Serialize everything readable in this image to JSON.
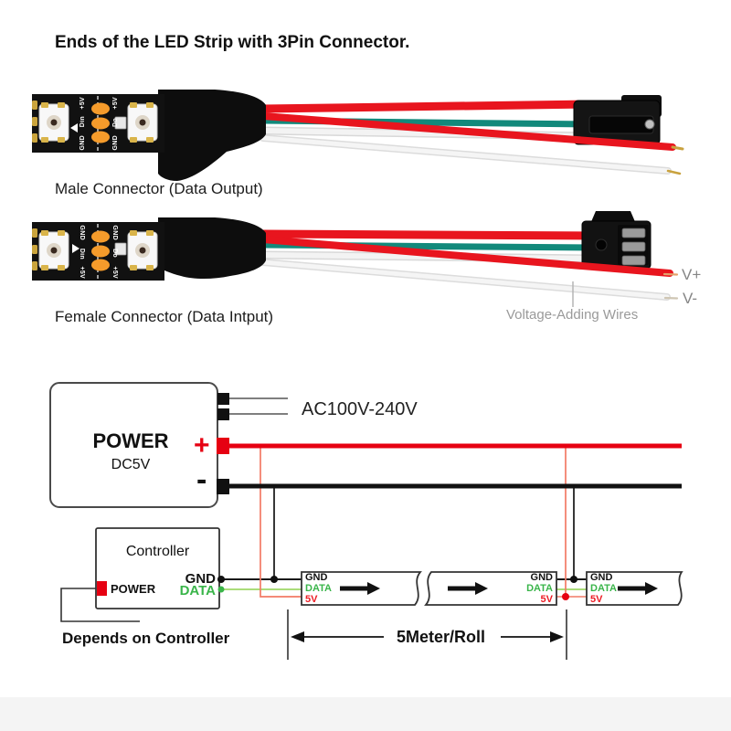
{
  "page": {
    "title": "Ends of the LED Strip with 3Pin Connector."
  },
  "photos": {
    "male_caption": "Male Connector (Data Output)",
    "female_caption": "Female Connector (Data Intput)",
    "voltage_adding_label": "Voltage-Adding Wires",
    "v_plus": "V+",
    "v_minus": "V-",
    "pcb_labels": {
      "left": [
        "+5V",
        "Din",
        "GND"
      ],
      "right": [
        "+5V",
        "Do",
        "GND"
      ]
    }
  },
  "diagram": {
    "ac_label": "AC100V-240V",
    "power_box": {
      "title": "POWER",
      "subtitle": "DC5V",
      "plus": "+",
      "minus": "-"
    },
    "controller_box": {
      "title": "Controller",
      "power_label": "POWER",
      "gnd_label": "GND",
      "data_label": "DATA"
    },
    "strip_pinout": {
      "gnd": "GND",
      "data": "DATA",
      "five_v": "5V"
    },
    "depends_label": "Depends on Controller",
    "roll_label": "5Meter/Roll"
  },
  "colors": {
    "wire_red": "#e60012",
    "wire_teal": "#12897b",
    "wire_white": "#f3f3f3",
    "thin_5v": "#f27a66",
    "data_green": "#3ab54a",
    "gnd_black": "#111111",
    "gold_tip": "#c9a23f",
    "label_gray": "#9a9a9a"
  }
}
